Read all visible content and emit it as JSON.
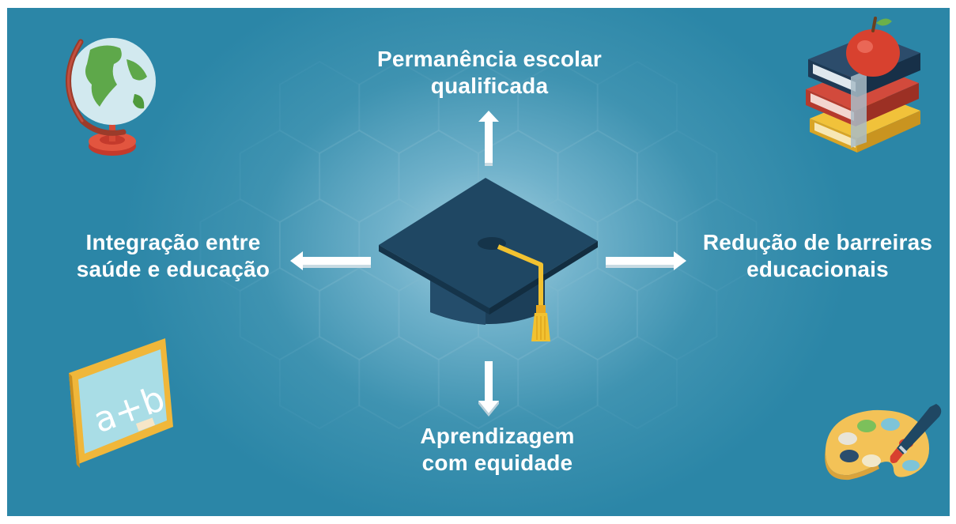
{
  "diagram": {
    "top": {
      "line1": "Permanência escolar",
      "line2": "qualificada"
    },
    "left": {
      "line1": "Integração entre",
      "line2": "saúde e educação"
    },
    "right": {
      "line1": "Redução de barreiras",
      "line2": "educacionais"
    },
    "bottom": {
      "line1": "Aprendizagem",
      "line2": "com equidade"
    },
    "chalkboard_text": "a+b"
  },
  "colors": {
    "background": "#2b86a7",
    "center_glow": "#a4d0e0",
    "cap": "#1f4763",
    "tassel": "#f2c230",
    "arrow": "#ffffff"
  },
  "icons": [
    "graduation-cap-icon",
    "globe-icon",
    "books-apple-icon",
    "chalkboard-icon",
    "paint-palette-icon"
  ]
}
